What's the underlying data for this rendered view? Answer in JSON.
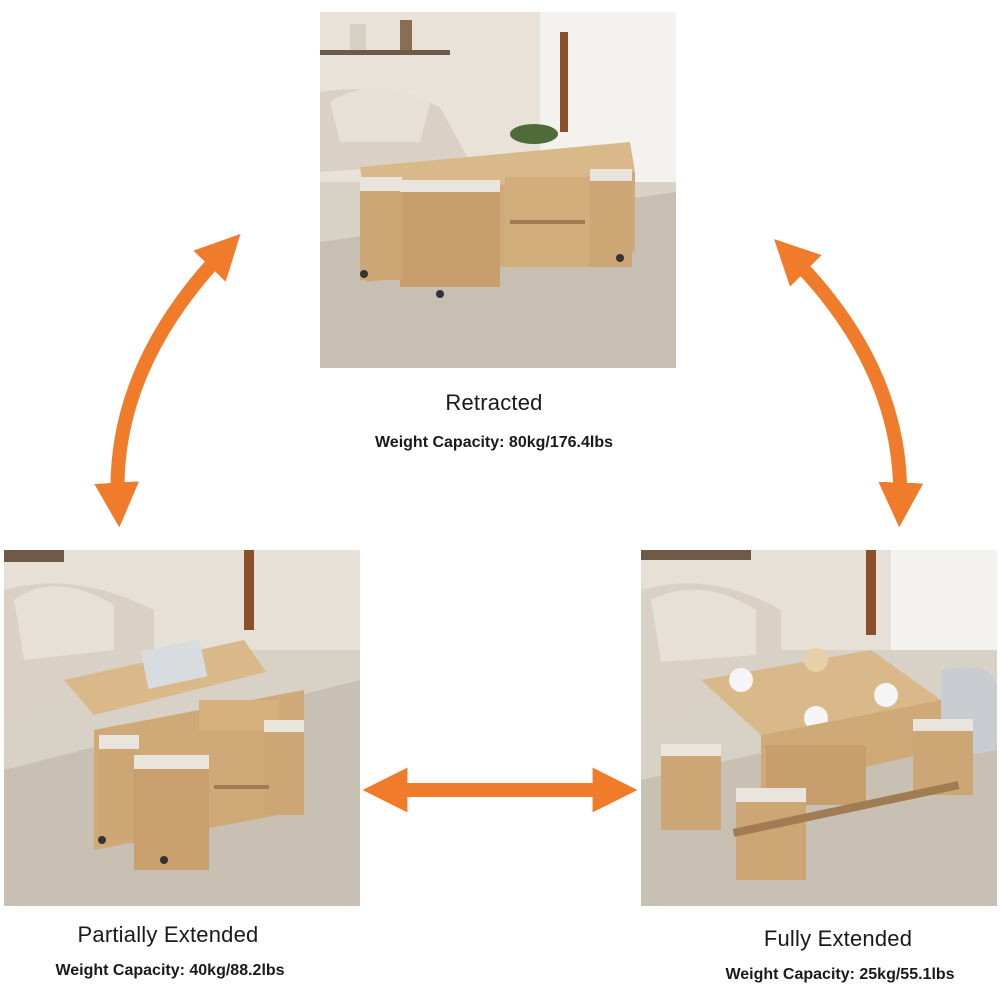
{
  "states": {
    "retracted": {
      "title": "Retracted",
      "capacity": "Weight Capacity: 80kg/176.4lbs"
    },
    "partially_extended": {
      "title": "Partially Extended",
      "capacity": "Weight Capacity: 40kg/88.2lbs"
    },
    "fully_extended": {
      "title": "Fully Extended",
      "capacity": "Weight Capacity: 25kg/55.1lbs"
    }
  },
  "colors": {
    "arrow": "#f07b2a",
    "wood": "#d8b788",
    "wood_dark": "#b8925e",
    "cushion": "#e9e4dc",
    "sofa": "#d9d1c5",
    "rug": "#c9c2b6",
    "background": "#ffffff"
  }
}
